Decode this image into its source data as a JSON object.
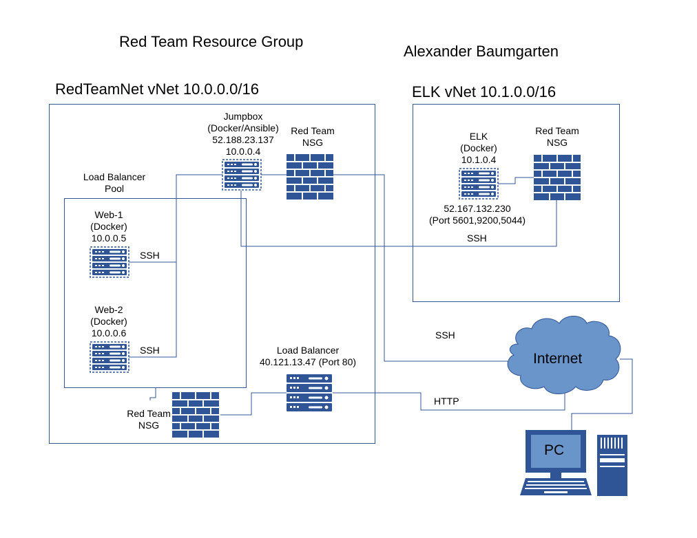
{
  "titles": {
    "resource_group": "Red Team Resource Group",
    "author": "Alexander Baumgarten",
    "red_vnet": "RedTeamNet vNet 10.0.0.0/16",
    "elk_vnet": "ELK vNet 10.1.0.0/16"
  },
  "nodes": {
    "jumpbox": [
      "Jumpbox",
      "(Docker/Ansible)",
      "52.188.23.137",
      "10.0.0.4"
    ],
    "red_nsg_top": [
      "Red Team",
      "NSG"
    ],
    "lb_pool": [
      "Load Balancer",
      "Pool"
    ],
    "web1": [
      "Web-1",
      "(Docker)",
      "10.0.0.5"
    ],
    "web2": [
      "Web-2",
      "(Docker)",
      "10.0.0.6"
    ],
    "elk": [
      "ELK",
      "(Docker)",
      "10.1.0.4"
    ],
    "elk_ip": [
      "52.167.132.230",
      "(Port 5601,9200,5044)"
    ],
    "elk_nsg": [
      "Red Team",
      "NSG"
    ],
    "load_balancer": [
      "Load Balancer",
      "40.121.13.47 (Port 80)"
    ],
    "red_nsg_bottom": [
      "Red Team",
      "NSG"
    ],
    "internet": "Internet",
    "pc": "PC"
  },
  "connections": {
    "ssh_web1": "SSH",
    "ssh_web2": "SSH",
    "ssh_elk": "SSH",
    "ssh_internet": "SSH",
    "http": "HTTP"
  },
  "colors": {
    "icon_blue": "#2f5597",
    "line_blue": "#2f5597",
    "cloud_fill": "#6a95ca",
    "box_border": "#2f5597"
  },
  "icons": {
    "server": "server-rack-icon",
    "firewall": "firewall-icon",
    "cloud": "cloud-icon",
    "pc": "desktop-computer-icon"
  }
}
